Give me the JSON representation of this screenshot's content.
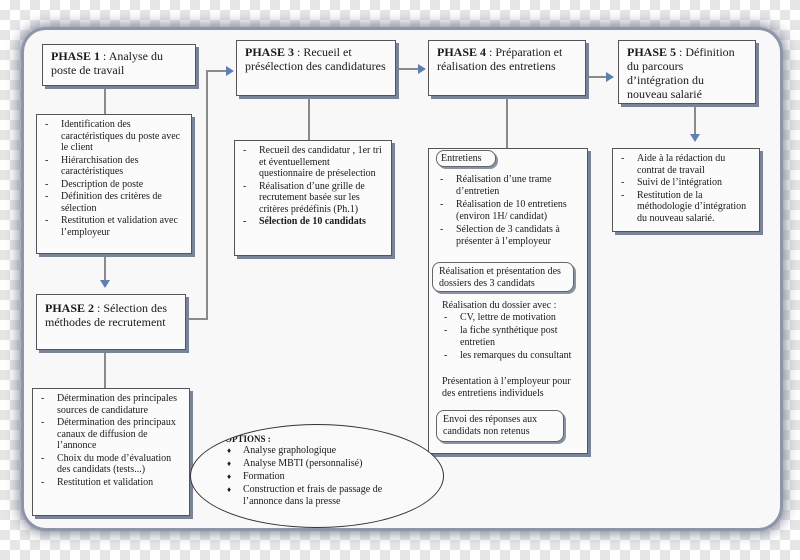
{
  "phase1": {
    "label": "PHASE 1",
    "title": " : Analyse du poste de travail",
    "items": [
      "Identification des caractéristiques du poste avec le client",
      "Hiérarchisation des caractéristiques",
      "Description de poste",
      "Définition des critères de sélection",
      "Restitution et validation avec l’employeur"
    ]
  },
  "phase2": {
    "label": "PHASE 2",
    "title": " : Sélection des méthodes de recrutement",
    "items": [
      "Détermination des principales sources de candidature",
      "Détermination des principaux canaux de diffusion de l’annonce",
      "Choix du mode d’évaluation des candidats (tests...)",
      "Restitution et validation"
    ]
  },
  "phase3": {
    "label": "PHASE 3",
    "title": " : Recueil et présélection des candidatures",
    "items": [
      "Recueil des candidatur , 1er tri et éventuellement questionnaire de préselection",
      "Réalisation d’une grille de recrutement basée sur les critères prédéfinis (Ph.1)",
      "Sélection de 10 candidats"
    ]
  },
  "phase4": {
    "label": "PHASE 4",
    "title": " : Préparation et réalisation des entretiens",
    "entretiens_label": "Entretiens",
    "entretiens_items": [
      "Réalisation d’une trame d’entretien",
      "Réalisation de 10 entretiens (environ 1H/ candidat)",
      "Sélection de 3 candidats à présenter à l’employeur"
    ],
    "presentation_box": "Réalisation et présentation des dossiers des 3 candidats",
    "dossier_heading": "Réalisation du dossier avec :",
    "dossier_items": [
      "CV, lettre de motivation",
      "la fiche synthétique post entretien",
      "les remarques du consultant"
    ],
    "presentation_employeur": "Présentation à l’employeur pour des entretiens individuels",
    "envoi_box": "Envoi des réponses aux candidats non retenus"
  },
  "phase5": {
    "label": "PHASE 5",
    "title": " : Définition du parcours d’intégration du nouveau salarié",
    "items": [
      "Aide à la rédaction du contrat de travail",
      "Suivi de l’intégration",
      "Restitution de la méthodologie d’intégration du nouveau salarié."
    ]
  },
  "options": {
    "title": "OPTIONS :",
    "items": [
      "Analyse graphologique",
      "Analyse MBTI (personnalisé)",
      "Formation",
      "Construction et frais de passage de l’annonce dans la presse"
    ]
  }
}
